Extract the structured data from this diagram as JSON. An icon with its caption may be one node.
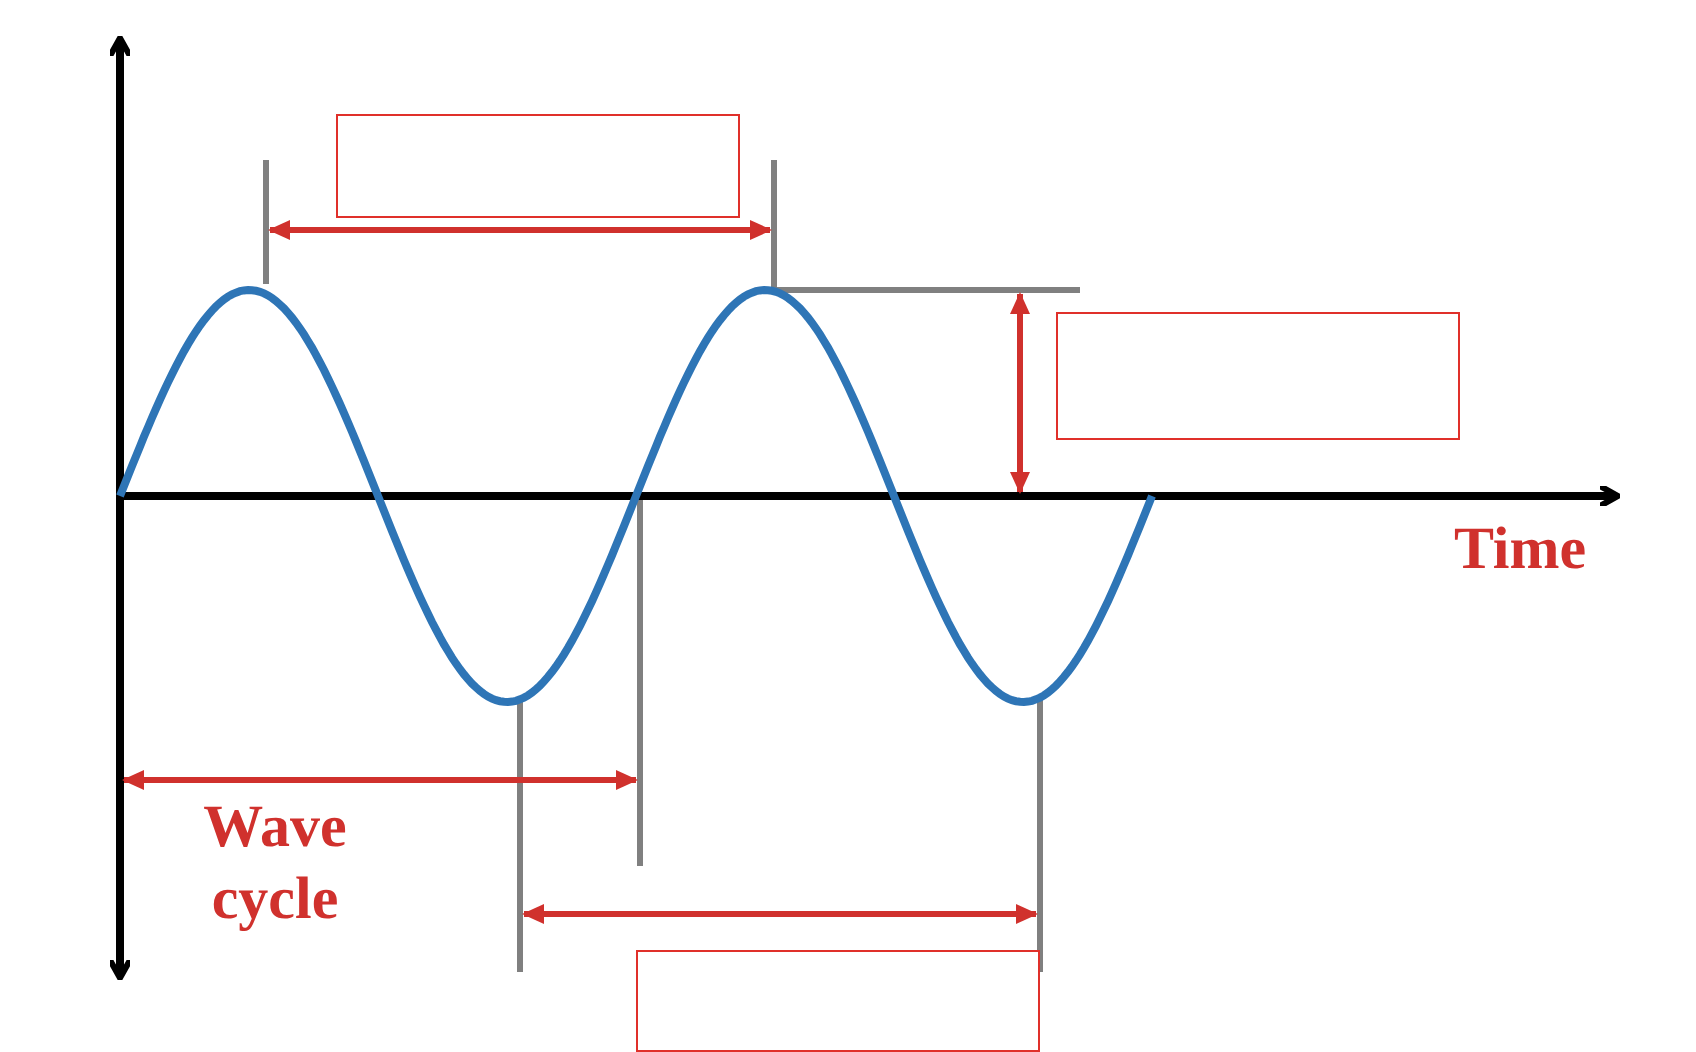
{
  "diagram": {
    "nodes": [
      {
        "text": [],
        "shape": "box"
      },
      {
        "text": [],
        "shape": "box"
      },
      {
        "text": [],
        "shape": "box"
      }
    ],
    "labels": [
      "Time",
      "Wave cycle"
    ]
  }
}
